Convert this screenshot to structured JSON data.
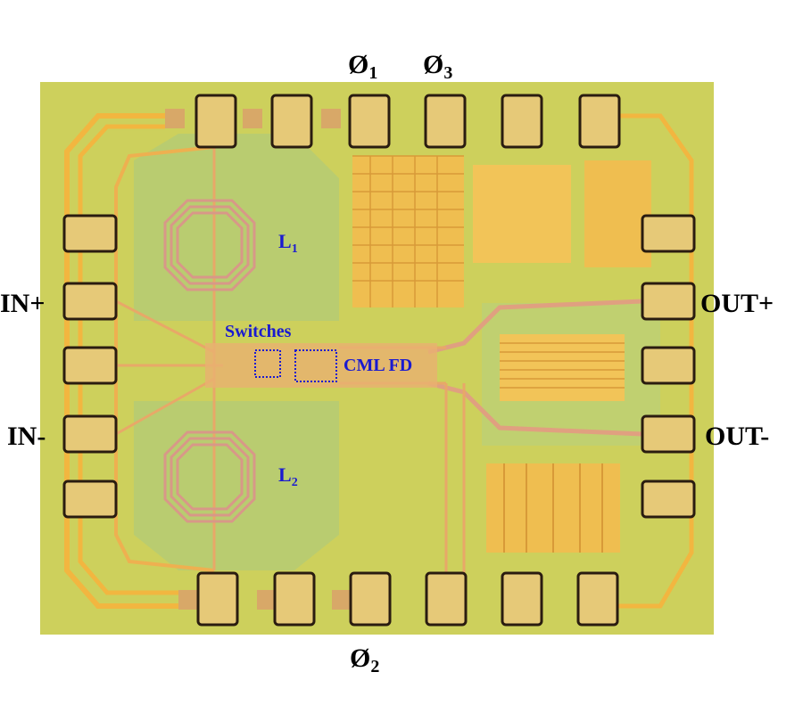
{
  "figure": {
    "colors": {
      "die": "#cdd05c",
      "green_region": "#b9cc70",
      "metal_trace": "#f2b640",
      "inductor_trace": "#e0a080",
      "pad_fill": "#e6c978",
      "pad_border": "#2a1c10",
      "annotation_blue": "#1a1ad0"
    },
    "labels": {
      "phi1": {
        "main": "Ø",
        "sub": "1"
      },
      "phi3": {
        "main": "Ø",
        "sub": "3"
      },
      "phi2": {
        "main": "Ø",
        "sub": "2"
      },
      "in_plus": "IN+",
      "in_minus": "IN-",
      "out_plus": "OUT+",
      "out_minus": "OUT-",
      "l1": {
        "main": "L",
        "sub": "1"
      },
      "l2": {
        "main": "L",
        "sub": "2"
      },
      "switches": "Switches",
      "cml_fd": "CML FD"
    }
  }
}
